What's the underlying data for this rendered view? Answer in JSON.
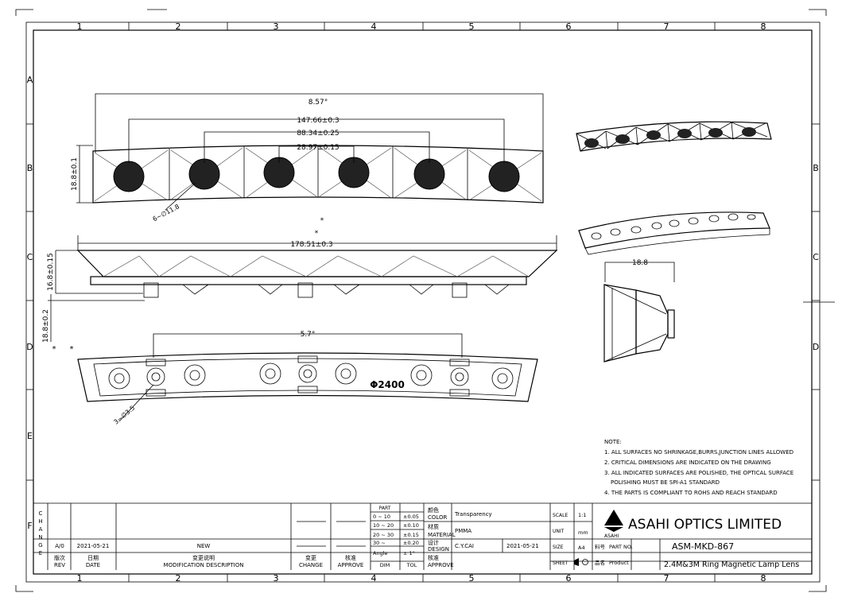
{
  "border": {
    "columns": [
      "1",
      "2",
      "3",
      "4",
      "5",
      "6",
      "7",
      "8"
    ],
    "rows": [
      "A",
      "B",
      "C",
      "D",
      "E",
      "F"
    ]
  },
  "dimensions": {
    "top_angle": "8.57°",
    "d1": "147.66±0.3",
    "d2": "88.34±0.25",
    "d3": "28.97±0.15",
    "height": "18.8±0.1",
    "holes": "6~∅11.8",
    "length": "178.51±0.3",
    "side_height": "16.8±0.15",
    "overall_height": "18.8±0.2",
    "bottom_angle": "5.7°",
    "radius": "Φ2400",
    "screw": "3~∅3.5",
    "side_width": "18.8",
    "marker": "*"
  },
  "notes": {
    "title": "NOTE:",
    "items": [
      "1. ALL SURFACES NO SHRINKAGE,BURRS,JUNCTION LINES ALLOWED",
      "2. CRITICAL DIMENSIONS ARE INDICATED ON THE DRAWING",
      "3. ALL INDICATED SURFACES ARE POLISHED, THE OPTICAL SURFACE",
      "POLISHING MUST BE SPI-A1 STANDARD",
      "4. THE PARTS IS COMPLIANT TO ROHS AND REACH STANDARD"
    ]
  },
  "title_block": {
    "change_letters": [
      "C",
      "H",
      "A",
      "N",
      "G",
      "E"
    ],
    "rev": "A/0",
    "date": "2021-05-21",
    "description": "NEW",
    "rev_cn": "版次",
    "rev_en": "REV",
    "date_cn": "日期",
    "date_en": "DATE",
    "mod_cn": "变更说明",
    "mod_en": "MODIFICATION DESCRIPTION",
    "change_cn": "变更",
    "change_en": "CHANGE",
    "approve_cn": "核准",
    "approve_en": "APPROVE",
    "part_header": "PART",
    "tol_rows": [
      {
        "range": "0 ~ 10",
        "tol": "±0.05"
      },
      {
        "range": "10 ~ 20",
        "tol": "±0.10"
      },
      {
        "range": "20 ~ 30",
        "tol": "±0.15"
      },
      {
        "range": "30 ~",
        "tol": "±0.20"
      },
      {
        "range": "Angle",
        "tol": "± 1°"
      }
    ],
    "dim_label": "DIM",
    "tol_label": "TOL",
    "color_cn": "颜色",
    "color_en": "COLOR",
    "color_value": "Transparency",
    "material_cn": "材质",
    "material_en": "MATERIAL",
    "material_value": "PMMA",
    "design_cn": "设计",
    "design_en": "DESIGN",
    "designer": "C.Y.CAI",
    "design_date": "2021-05-21",
    "approve2_cn": "核准",
    "approve2_en": "APPROVE",
    "scale_label": "SCALE",
    "scale_value": "1:1",
    "unit_label": "UNIT",
    "unit_value": "mm",
    "size_label": "SIZE",
    "size_value": "A4",
    "sheet_label": "SHEET",
    "company": "ASAHI OPTICS LIMITED",
    "logo_text": "ASAHI",
    "partno_cn": "料号",
    "partno_en": "PART NO.",
    "partno_value": "ASM-MKD-867",
    "product_cn": "品名",
    "product_en": "Product",
    "product_value": "2.4M&3M Ring Magnetic Lamp Lens"
  }
}
